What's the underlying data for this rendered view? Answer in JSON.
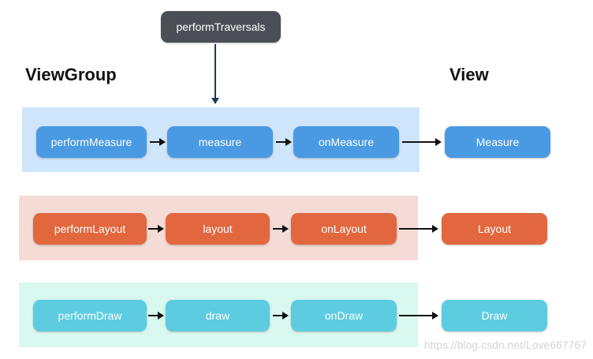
{
  "headings": {
    "left": "ViewGroup",
    "right": "View"
  },
  "top_node": {
    "label": "performTraversals",
    "color": "#4b4f55"
  },
  "rows": [
    {
      "band_color": "#cfe5fb",
      "node_color": "#4a9ae3",
      "nodes": [
        "performMeasure",
        "measure",
        "onMeasure",
        "Measure"
      ]
    },
    {
      "band_color": "#f4dbd5",
      "node_color": "#e2673f",
      "nodes": [
        "performLayout",
        "layout",
        "onLayout",
        "Layout"
      ]
    },
    {
      "band_color": "#d9f8ef",
      "node_color": "#5dcce0",
      "nodes": [
        "performDraw",
        "draw",
        "onDraw",
        "Draw"
      ]
    }
  ],
  "watermark": "https://blog.csdn.net/Love667767"
}
